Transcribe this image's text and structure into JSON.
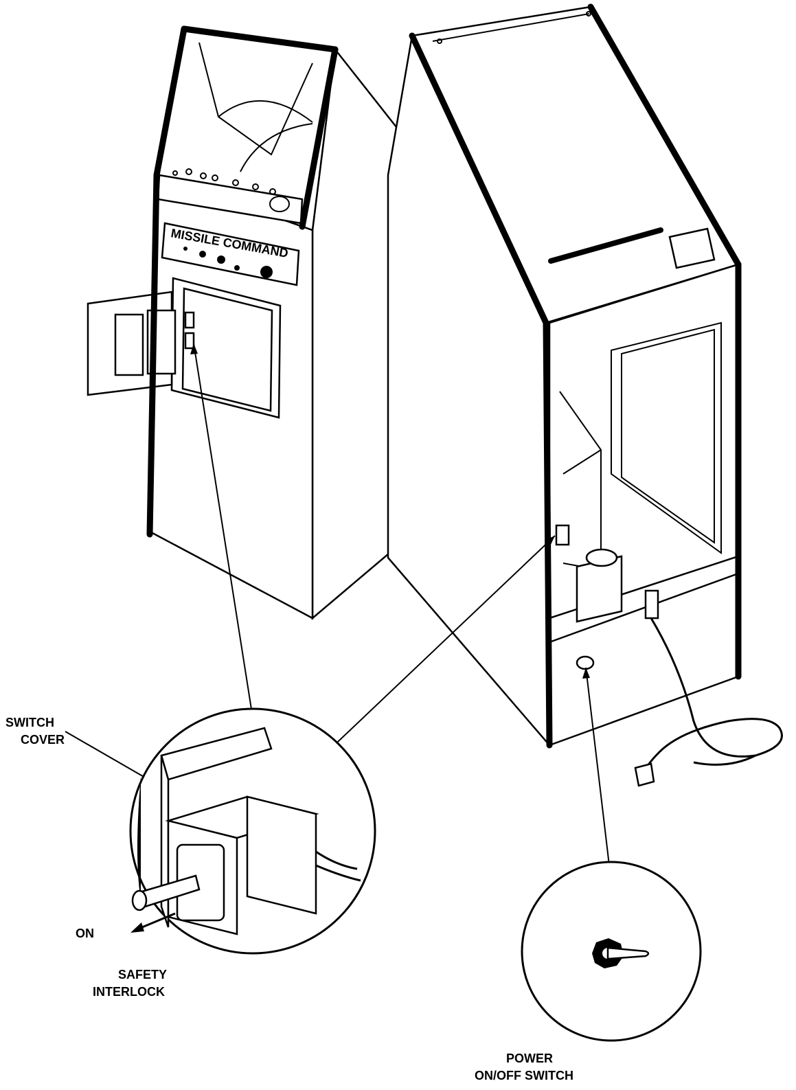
{
  "logo": {
    "text": "MISSILE COMMAND"
  },
  "labels": {
    "switch_cover": [
      "SWITCH",
      "COVER"
    ],
    "on": "ON",
    "safety_interlock": [
      "SAFETY",
      "INTERLOCK"
    ],
    "power_switch": [
      "POWER",
      "ON/OFF SWITCH"
    ]
  },
  "colors": {
    "ink": "#000000",
    "paper": "#ffffff"
  }
}
